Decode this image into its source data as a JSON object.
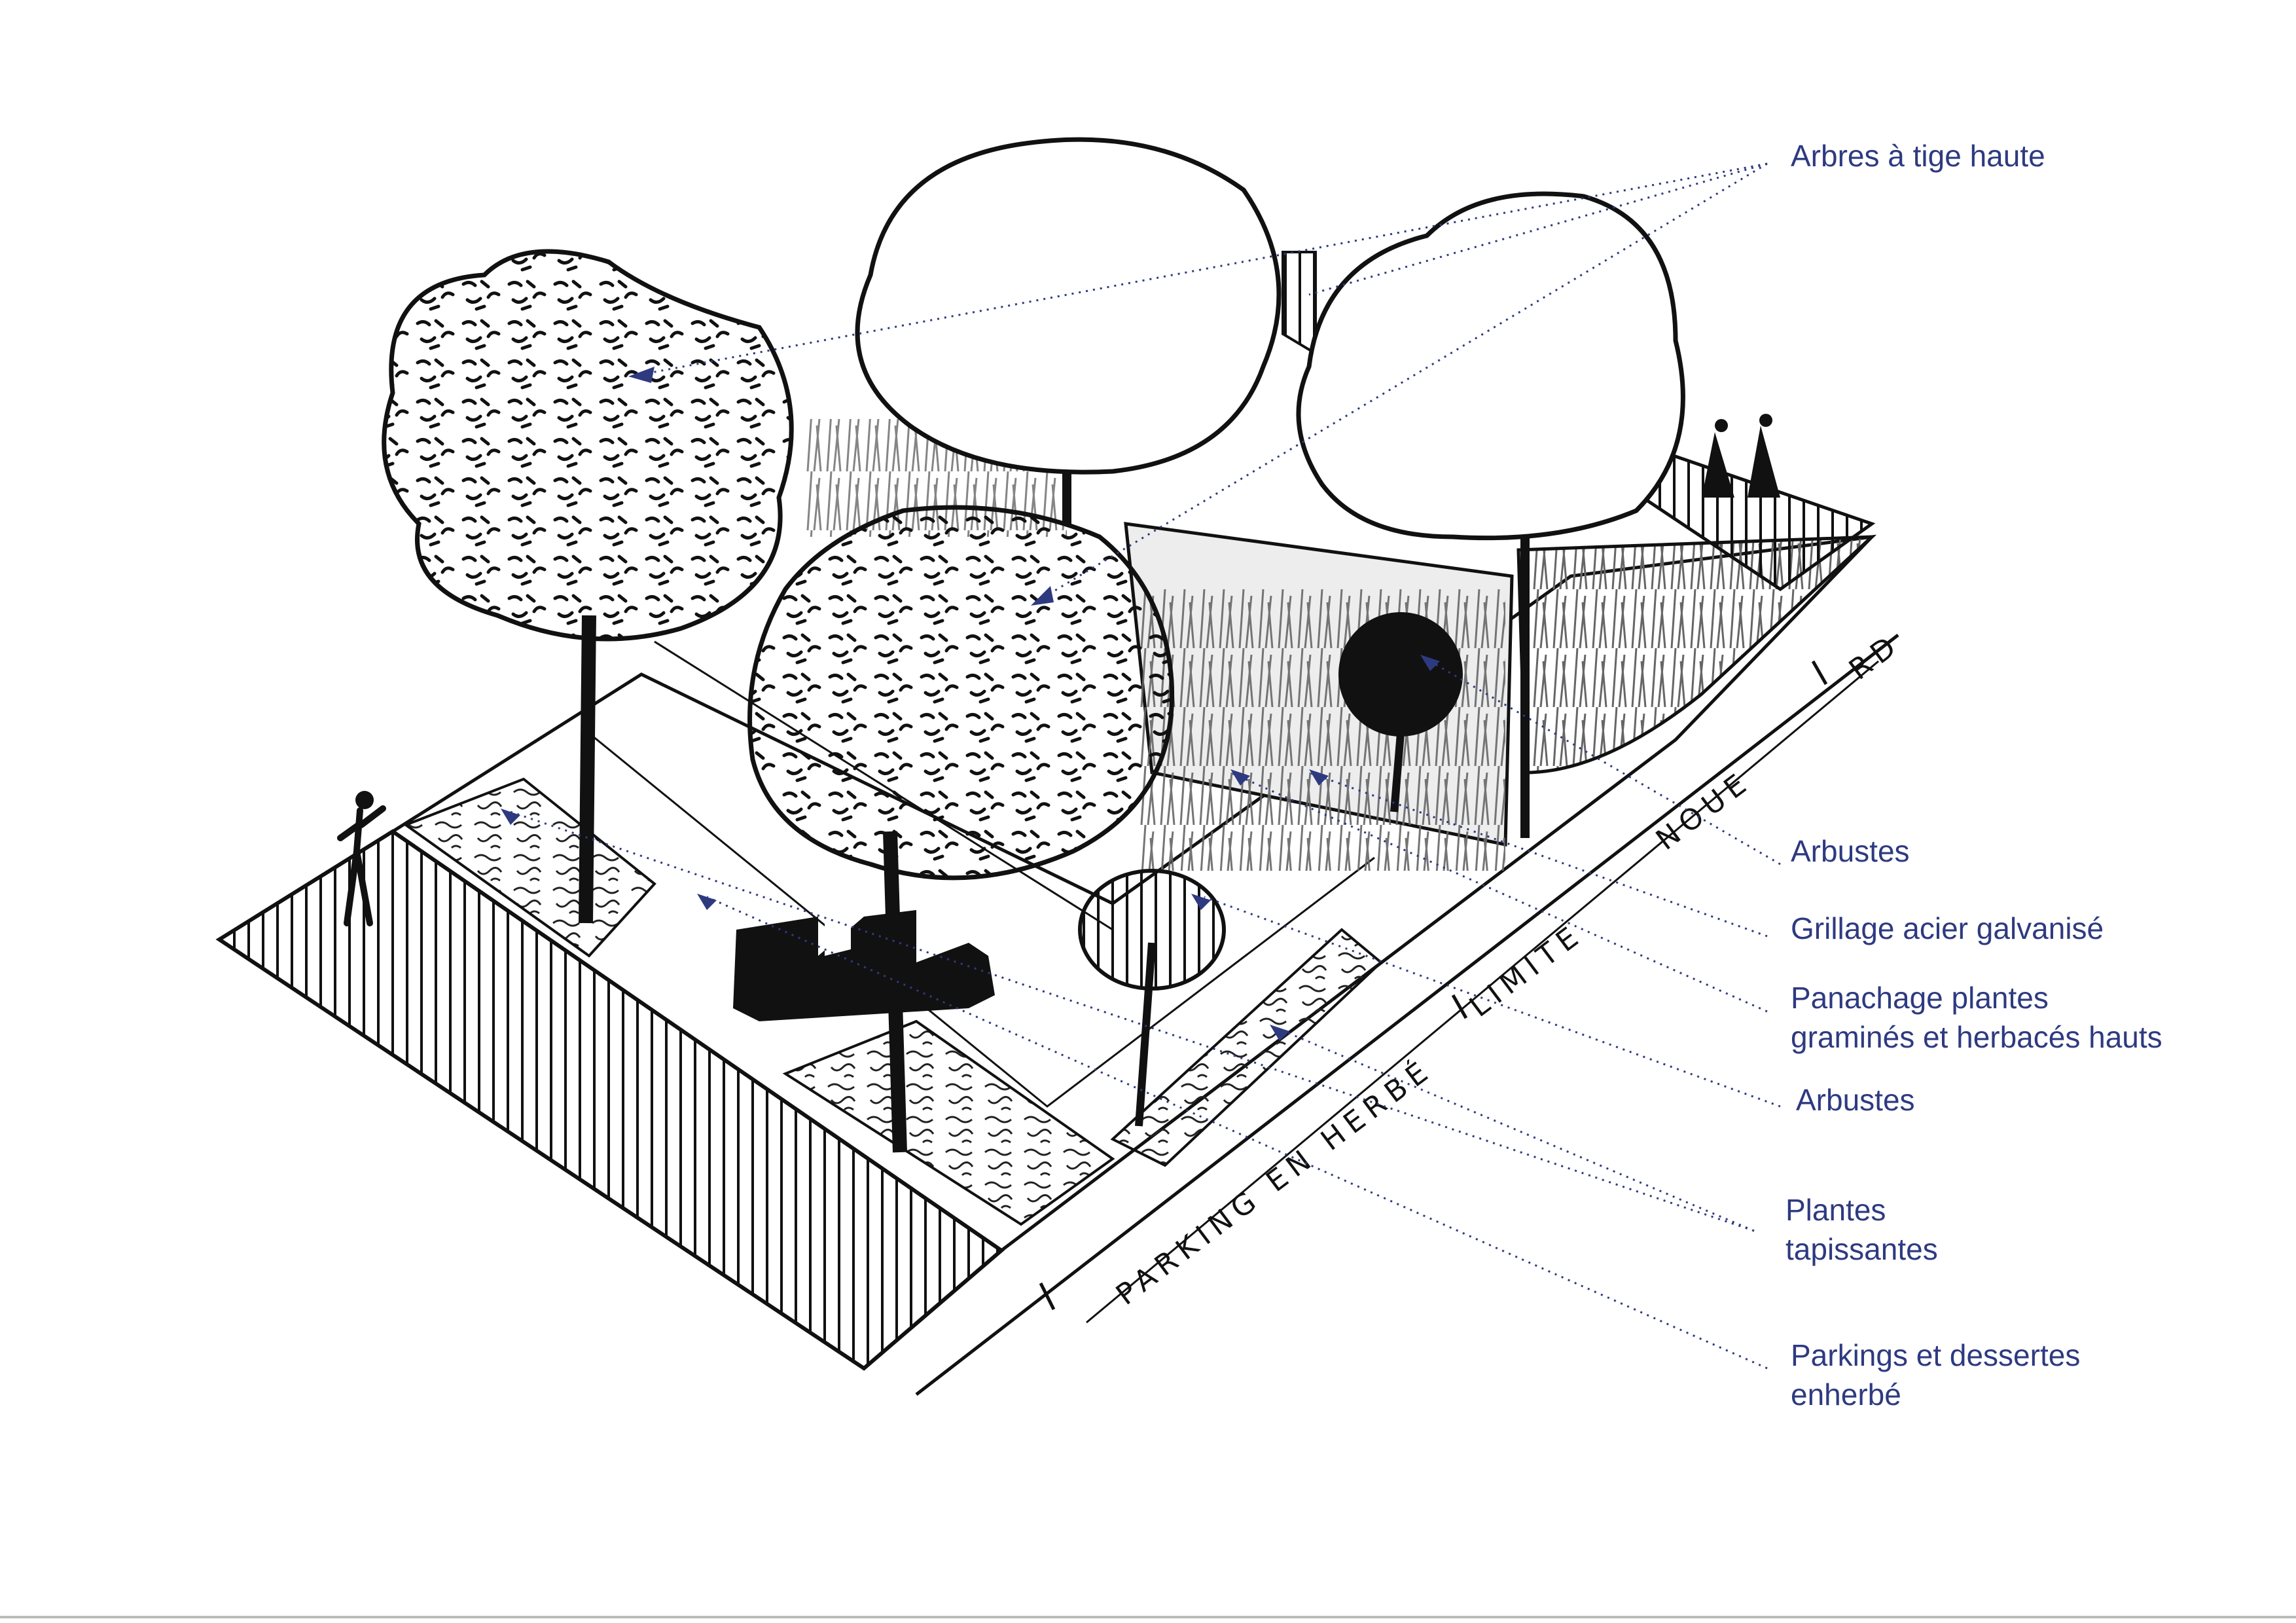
{
  "legend": [
    {
      "id": "arbres",
      "text": "Arbres à tige haute"
    },
    {
      "id": "arbustes-1",
      "text": "Arbustes"
    },
    {
      "id": "grillage",
      "text": "Grillage acier galvanisé"
    },
    {
      "id": "panachage",
      "text": "Panachage plantes\ngraminés et herbacés hauts"
    },
    {
      "id": "arbustes-2",
      "text": "Arbustes"
    },
    {
      "id": "tapissantes",
      "text": "Plantes\ntapissantes"
    },
    {
      "id": "parkings",
      "text": "Parkings et dessertes\nenherbé"
    }
  ],
  "sketch_labels": {
    "parking": "PARKING EN HERBÉ",
    "limite": "LIMITE",
    "noue": "NOUE",
    "rd": "RD"
  },
  "colors": {
    "annotation": "#2e3a80",
    "ink": "#111111"
  }
}
